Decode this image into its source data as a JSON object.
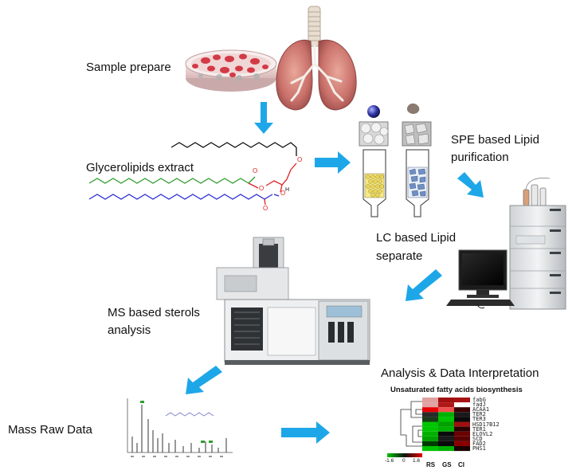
{
  "labels": {
    "sample_prepare": "Sample prepare",
    "glycerolipids_extract": "Glycerolipids extract",
    "spe_line1": "SPE based Lipid",
    "spe_line2": "purification",
    "lc_line1": "LC based Lipid",
    "lc_line2": "separate",
    "ms_line1": "MS based sterols",
    "ms_line2": "analysis",
    "analysis_interpretation": "Analysis & Data Interpretation",
    "mass_raw_data": "Mass Raw Data"
  },
  "heatmap": {
    "title": "Unsaturated fatty acids biosynthesis",
    "columns": [
      "RS",
      "GS",
      "CI"
    ],
    "genes": [
      "fabG",
      "fadJ",
      "ACAA1",
      "TER2",
      "TER3",
      "HSD17B12",
      "TER1",
      "ELOVL2",
      "SCD",
      "FAD2",
      "PHS1"
    ],
    "scale_min": "-1.6",
    "scale_mid": "0",
    "scale_max": "1.6",
    "colors": {
      "high": "#e60000",
      "low": "#00c400",
      "mid": "#111111"
    }
  },
  "colors": {
    "arrow": "#1ea7e8",
    "chain_black": "#111111",
    "chain_green": "#2e9e2e",
    "chain_blue": "#2b2bd4",
    "backbone_red": "#e02020"
  }
}
